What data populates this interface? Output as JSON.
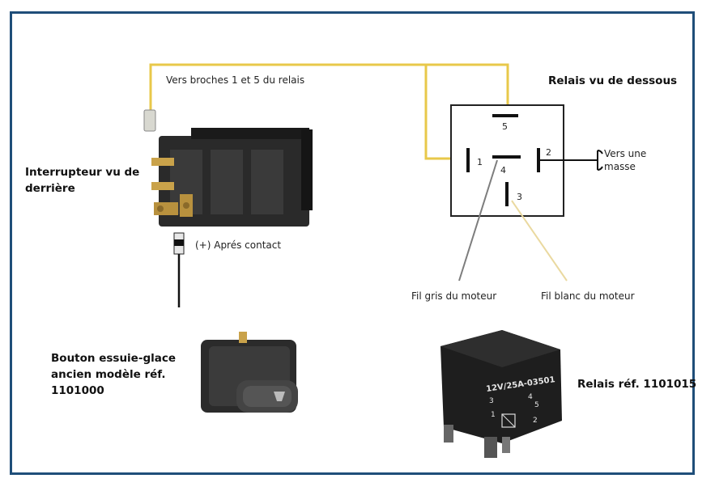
{
  "labels": {
    "wire_to_relay": "Vers broches 1 et 5 du relais",
    "relay_bottom_title": "Relais vu de dessous",
    "switch_rear_line1": "Interrupteur vu de",
    "switch_rear_line2": "derrière",
    "after_contact": "(+) Aprés contact",
    "ground_line1": "Vers une",
    "ground_line2": "masse",
    "gray_wire": "Fil gris du moteur",
    "white_wire": "Fil blanc du moteur",
    "button_line1": "Bouton essuie-glace",
    "button_line2": "ancien modèle réf.",
    "button_line3": "1101000",
    "relay_ref": "Relais réf. 1101015"
  },
  "relay_pins": [
    "5",
    "1",
    "4",
    "2",
    "3"
  ],
  "relay_body_print": {
    "rating": "12V/25A-03501",
    "pin_3": "3",
    "pin_4": "4",
    "pin_5": "5",
    "pin_1": "1",
    "pin_2": "2"
  },
  "colors": {
    "frame": "#1f4e79",
    "yellow_wire": "#e8c84a",
    "gray_wire": "#7d7d7d",
    "white_wire": "#ead9a0"
  }
}
